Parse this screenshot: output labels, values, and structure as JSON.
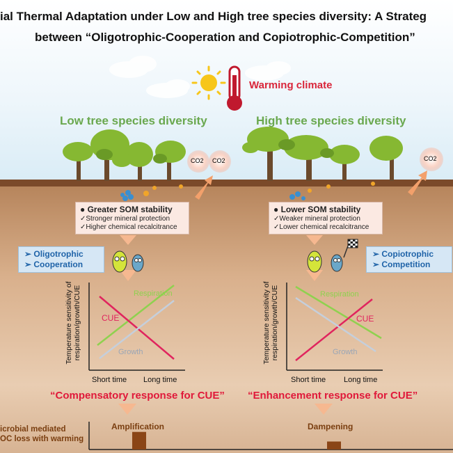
{
  "title": {
    "line1": "ial Thermal Adaptation under Low and High tree species diversity: A Strateg",
    "line2": "between “Oligotrophic-Cooperation and Copiotrophic-Competition”"
  },
  "warming": "Warming climate",
  "left": {
    "heading": "Low tree species diversity",
    "co2": [
      "CO2",
      "CO2"
    ],
    "som_title": "Greater SOM stability",
    "som_items": [
      "Stronger mineral protection",
      "Higher chemical recalcitrance"
    ],
    "strategy": [
      "Oligotrophic",
      "Cooperation"
    ],
    "response": "“Compensatory response for CUE”",
    "effect": "Amplification",
    "effect_level": 0.55
  },
  "right": {
    "heading": "High tree species diversity",
    "co2": [
      "CO2"
    ],
    "som_title": "Lower SOM stability",
    "som_items": [
      "Weaker mineral protection",
      "Lower chemical recalcitrance"
    ],
    "strategy": [
      "Copiotrophic",
      "Competition"
    ],
    "response": "“Enhancement response for CUE”",
    "effect": "Dampening",
    "effect_level": 0.25
  },
  "axis": {
    "ylabel1": "Temperature sensitivity of",
    "ylabel2": "respiration/growth/CUE",
    "xticks": [
      "Short time",
      "Long time"
    ]
  },
  "series": {
    "respiration": "Respiration",
    "cue": "CUE",
    "growth": "Growth"
  },
  "bottom_label": [
    "icrobial mediated",
    "OC loss with warming"
  ],
  "colors": {
    "respiration": "#8fd14f",
    "cue": "#e0245e",
    "growth": "#c5cfdc",
    "title_green": "#6aa84f",
    "soc_bar": "#8a4516"
  }
}
